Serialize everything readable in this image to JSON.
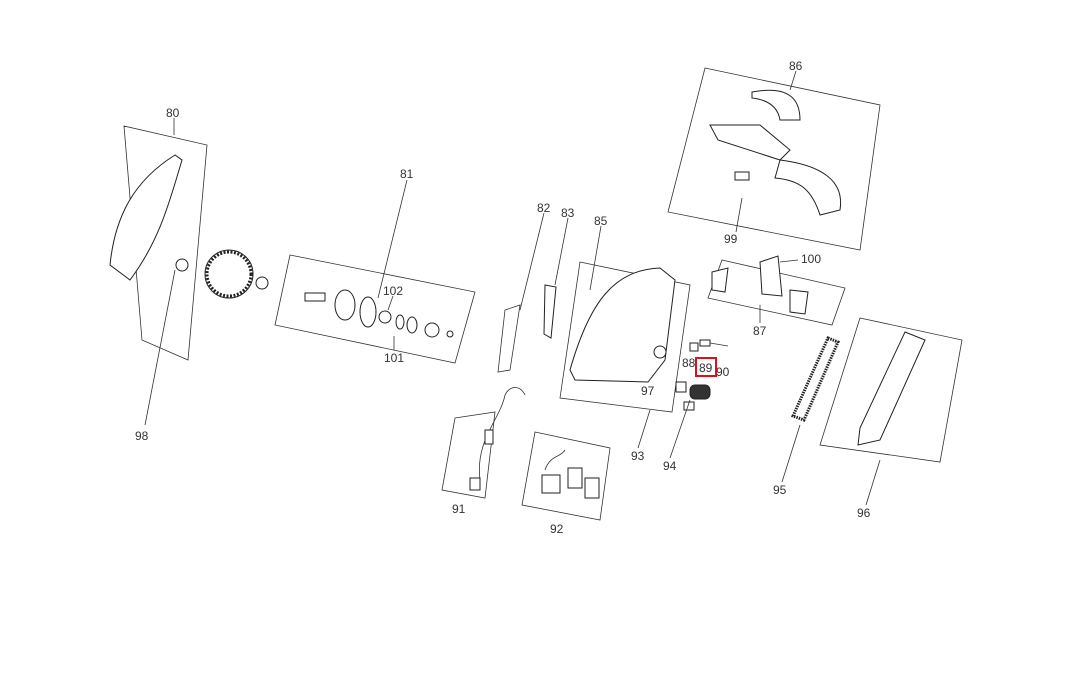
{
  "diagram": {
    "type": "exploded-parts-diagram",
    "highlight_color": "#e0101a",
    "highlighted_part": "89",
    "part_labels": {
      "p80": "80",
      "p81": "81",
      "p82": "82",
      "p83": "83",
      "p85": "85",
      "p86": "86",
      "p87": "87",
      "p88": "88",
      "p89": "89",
      "p90": "90",
      "p91": "91",
      "p92": "92",
      "p93": "93",
      "p94": "94",
      "p95": "95",
      "p96": "96",
      "p97": "97",
      "p98": "98",
      "p99": "99",
      "p100": "100",
      "p101": "101",
      "p102": "102"
    }
  }
}
